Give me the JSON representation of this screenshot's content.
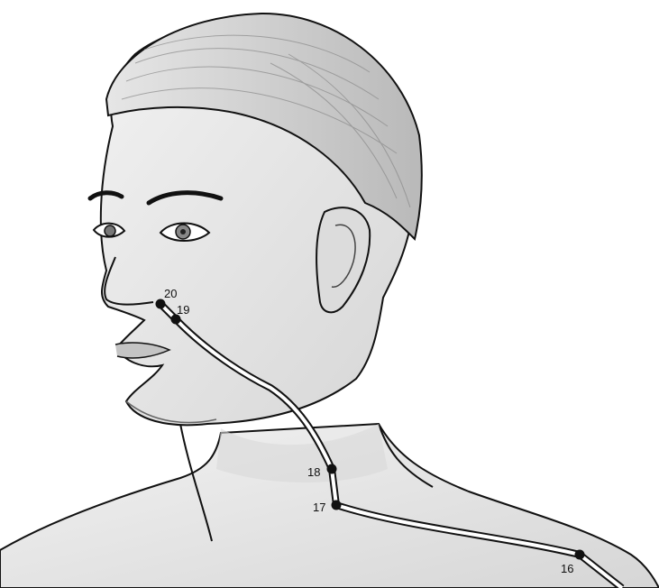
{
  "diagram": {
    "subject": "",
    "points": [
      {
        "id": "20",
        "label": "20"
      },
      {
        "id": "19",
        "label": "19"
      },
      {
        "id": "18",
        "label": "18"
      },
      {
        "id": "17",
        "label": "17"
      },
      {
        "id": "16",
        "label": "16"
      }
    ]
  },
  "colors": {
    "line": "#111111",
    "skin": "#e9e9e9",
    "shade": "#bdbdbd",
    "hair": "#cfcfcf",
    "background": "#ffffff"
  }
}
